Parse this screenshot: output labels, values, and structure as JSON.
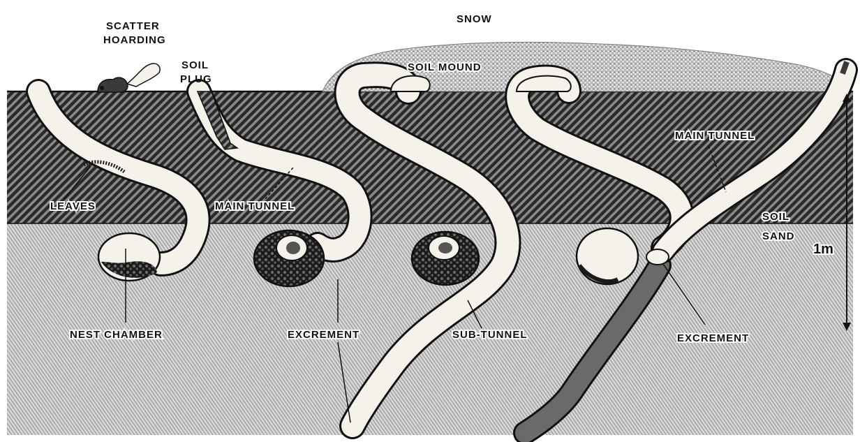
{
  "labels": {
    "snow": "SNOW",
    "scatter_hoarding_1": "SCATTER",
    "scatter_hoarding_2": "HOARDING",
    "soil_plug_1": "SOIL",
    "soil_plug_2": "PLUG",
    "soil_mound": "SOIL MOUND",
    "leaves": "LEAVES",
    "main_tunnel_left": "MAIN TUNNEL",
    "main_tunnel_right": "MAIN TUNNEL",
    "nest_chamber": "NEST CHAMBER",
    "excrement_left": "EXCREMENT",
    "excrement_right": "EXCREMENT",
    "sub_tunnel": "SUB-TUNNEL",
    "soil": "SOIL",
    "sand": "SAND",
    "scale": "1m"
  },
  "colors": {
    "soil_layer": "#2a2a2a",
    "sand_layer": "#bdbdbd",
    "tunnel_fill": "#f4f2ea",
    "outline": "#111111"
  },
  "icons": {
    "squirrel": "squirrel-icon"
  }
}
